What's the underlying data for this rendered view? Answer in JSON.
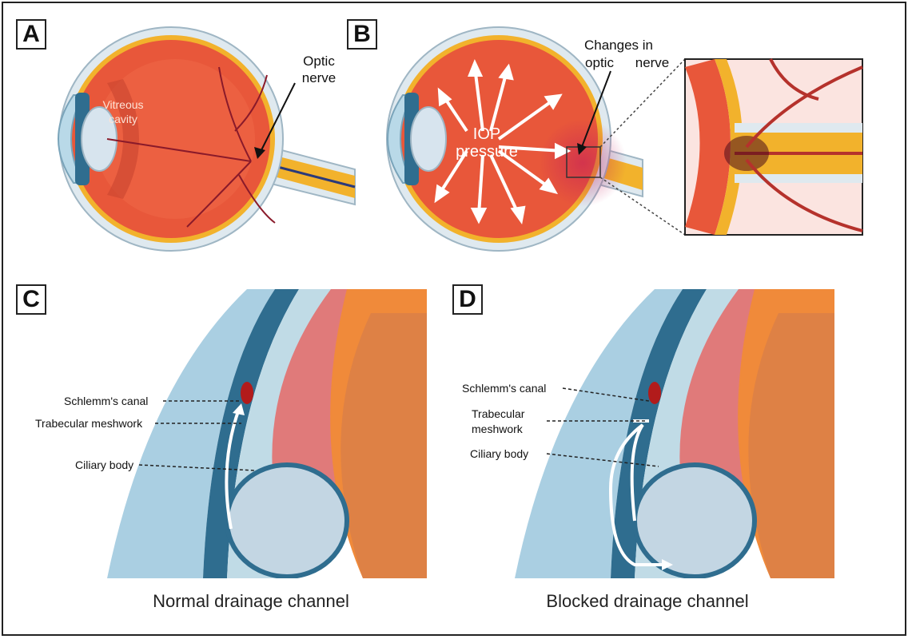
{
  "panels": {
    "a": {
      "letter": "A",
      "label_vitreous": "Vitreous",
      "label_cavity": "cavity",
      "label_optic": "Optic",
      "label_nerve": "nerve"
    },
    "b": {
      "letter": "B",
      "label_iop": "IOP",
      "label_pressure": "pressure",
      "label_changes": "Changes in",
      "label_optic": "optic",
      "label_nerve": "nerve"
    },
    "c": {
      "letter": "C",
      "label_schlemm": "Schlemm's canal",
      "label_trabecular": "Trabecular meshwork",
      "label_ciliary": "Ciliary body",
      "caption": "Normal drainage channel"
    },
    "d": {
      "letter": "D",
      "label_schlemm": "Schlemm's canal",
      "label_trabecular_1": "Trabecular",
      "label_trabecular_2": "meshwork",
      "label_ciliary": "Ciliary body",
      "caption": "Blocked drainage channel"
    }
  },
  "colors": {
    "vitreous": "#e8573a",
    "sclera": "#dfe9ef",
    "cornea": "#b9d9e8",
    "lens": "#d7e4ee",
    "nerve": "#f2b22c",
    "vessel": "#8a1a2a",
    "iris": "#2f6d8f"
  }
}
